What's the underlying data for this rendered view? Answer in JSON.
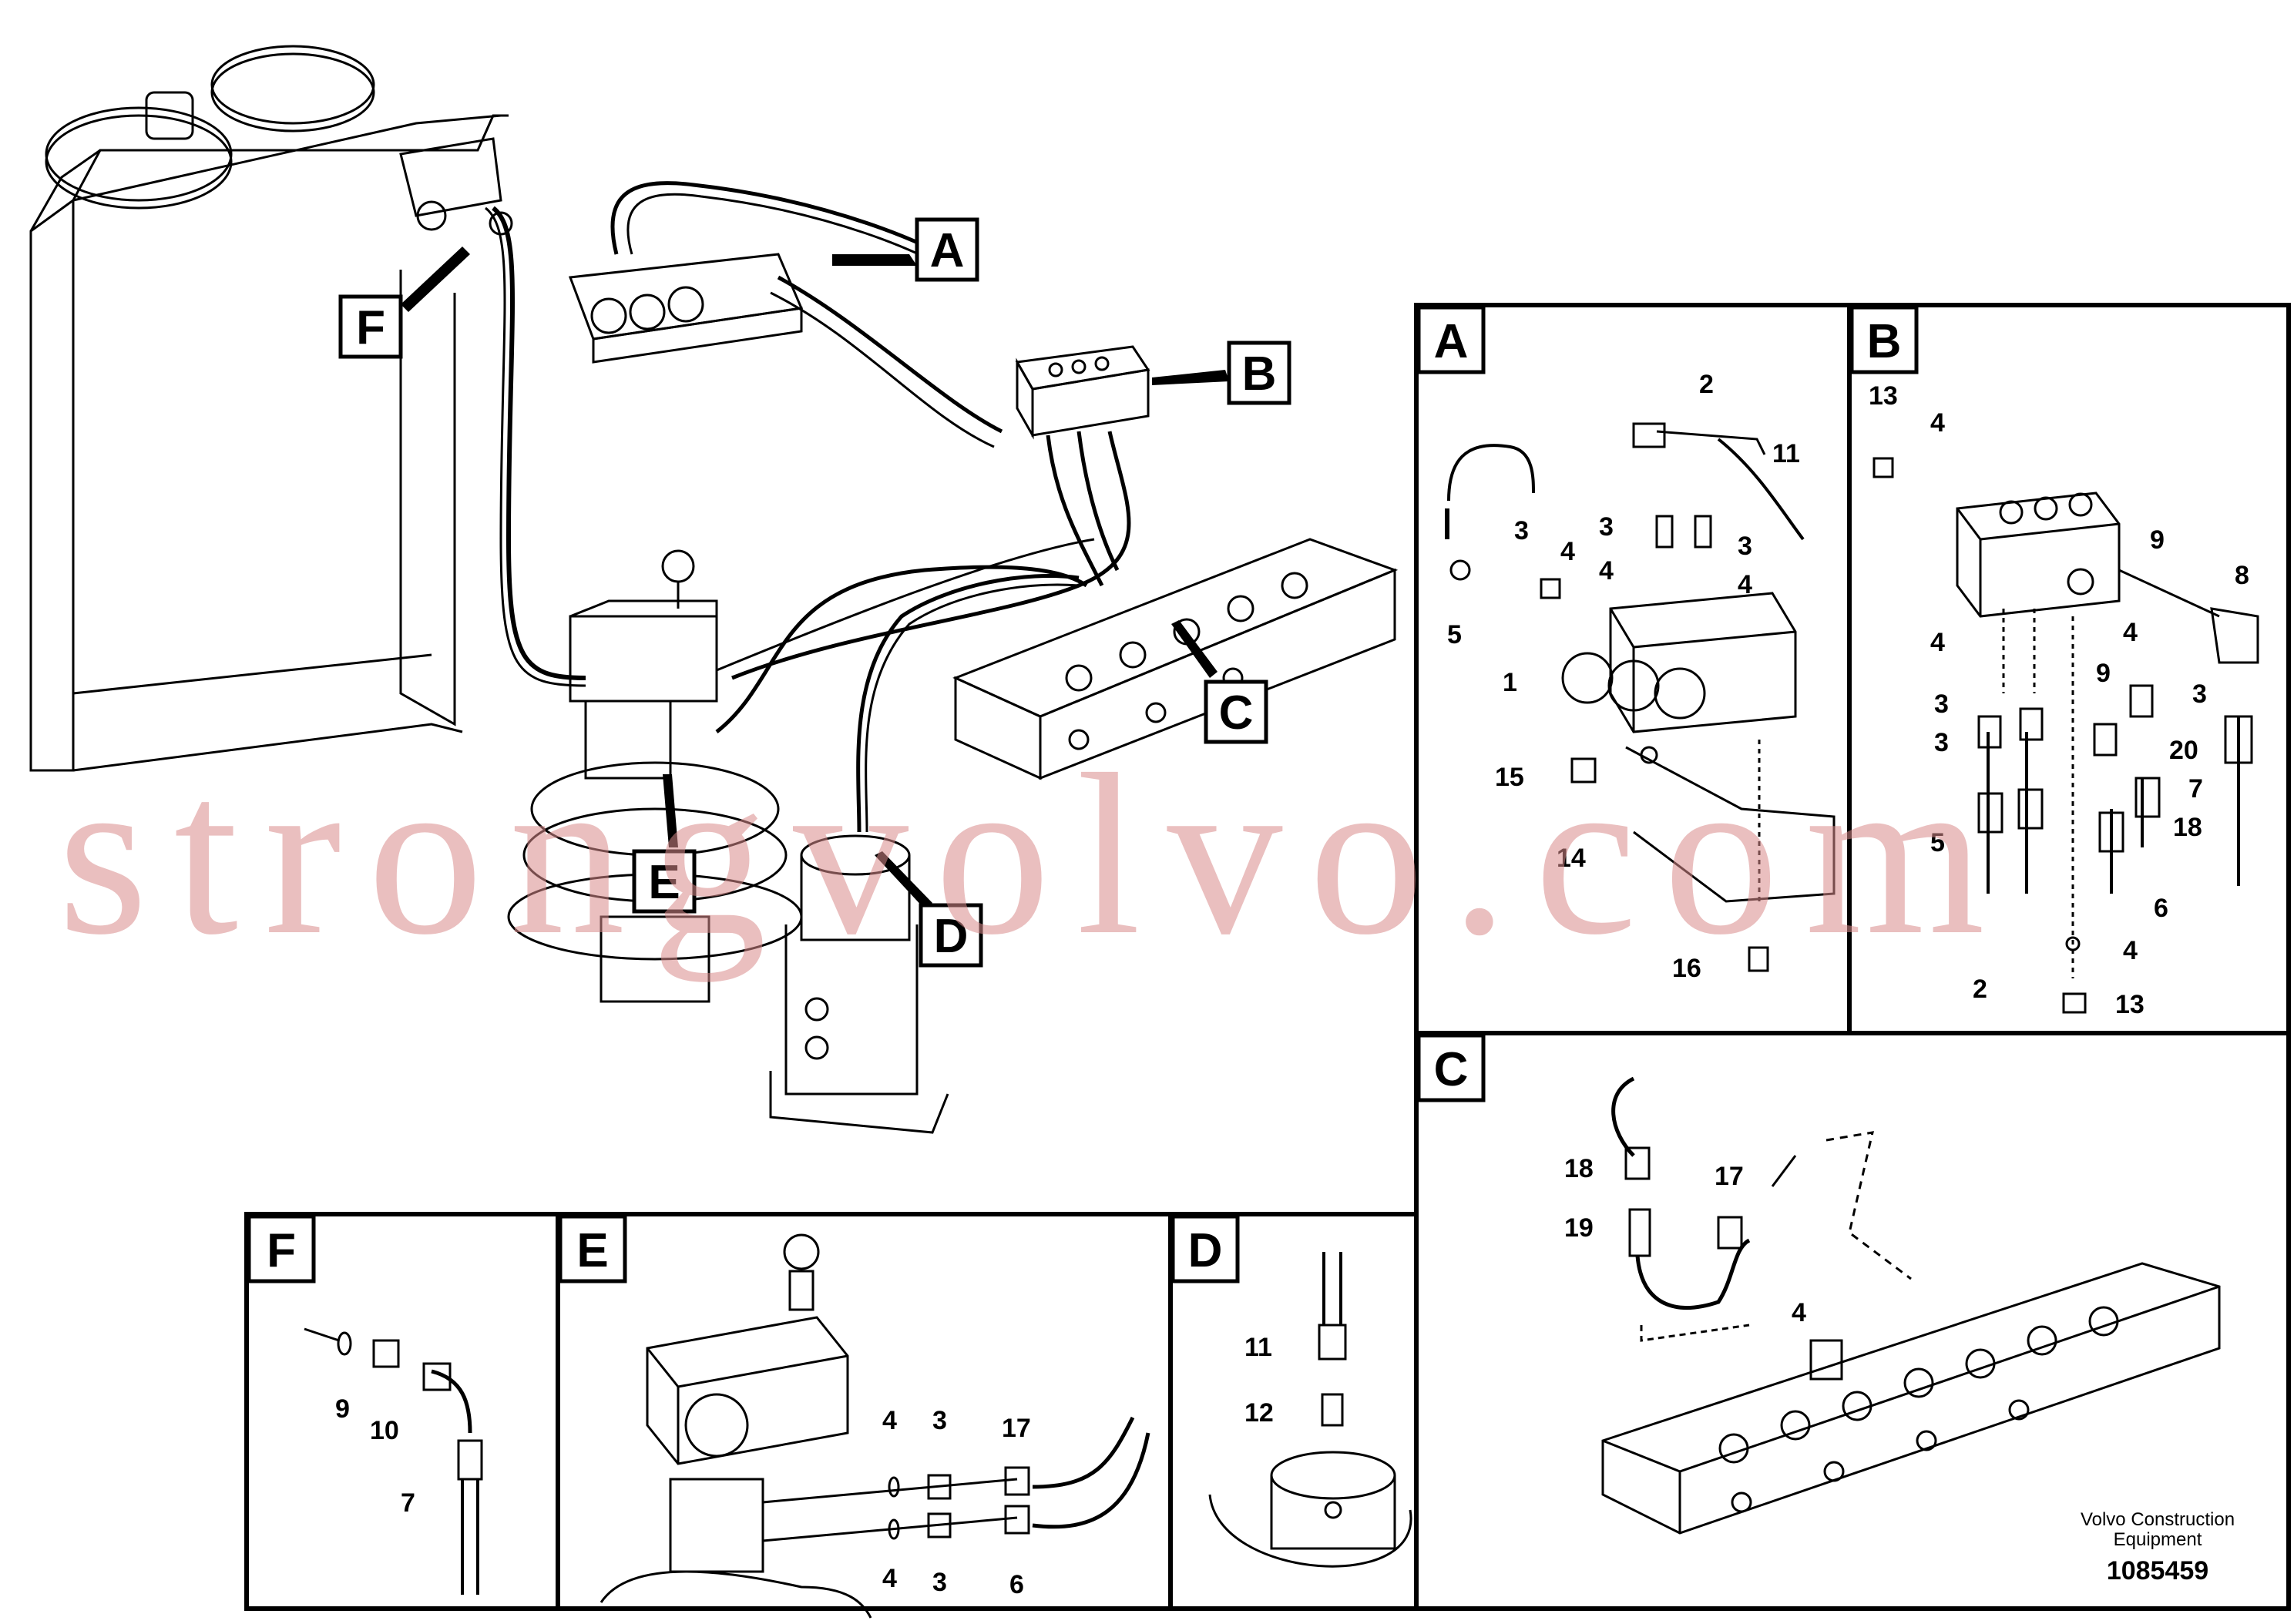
{
  "watermark": "strongvolvo.com",
  "overview": {
    "callouts": [
      "A",
      "B",
      "C",
      "D",
      "E",
      "F"
    ]
  },
  "details": {
    "A": {
      "letter": "A",
      "numbers": [
        "2",
        "11",
        "3",
        "3",
        "4",
        "4",
        "3",
        "4",
        "5",
        "1",
        "15",
        "14",
        "16"
      ]
    },
    "B": {
      "letter": "B",
      "numbers": [
        "13",
        "4",
        "9",
        "8",
        "4",
        "4",
        "9",
        "3",
        "3",
        "3",
        "20",
        "7",
        "5",
        "18",
        "6",
        "2",
        "4",
        "13"
      ]
    },
    "C": {
      "letter": "C",
      "numbers": [
        "18",
        "17",
        "19",
        "4"
      ]
    },
    "D": {
      "letter": "D",
      "numbers": [
        "11",
        "12"
      ]
    },
    "E": {
      "letter": "E",
      "numbers": [
        "4",
        "3",
        "17",
        "4",
        "3",
        "6"
      ]
    },
    "F": {
      "letter": "F",
      "numbers": [
        "9",
        "10",
        "7"
      ]
    }
  },
  "credit": {
    "line1": "Volvo Construction",
    "line2": "Equipment",
    "ref": "1085459"
  }
}
